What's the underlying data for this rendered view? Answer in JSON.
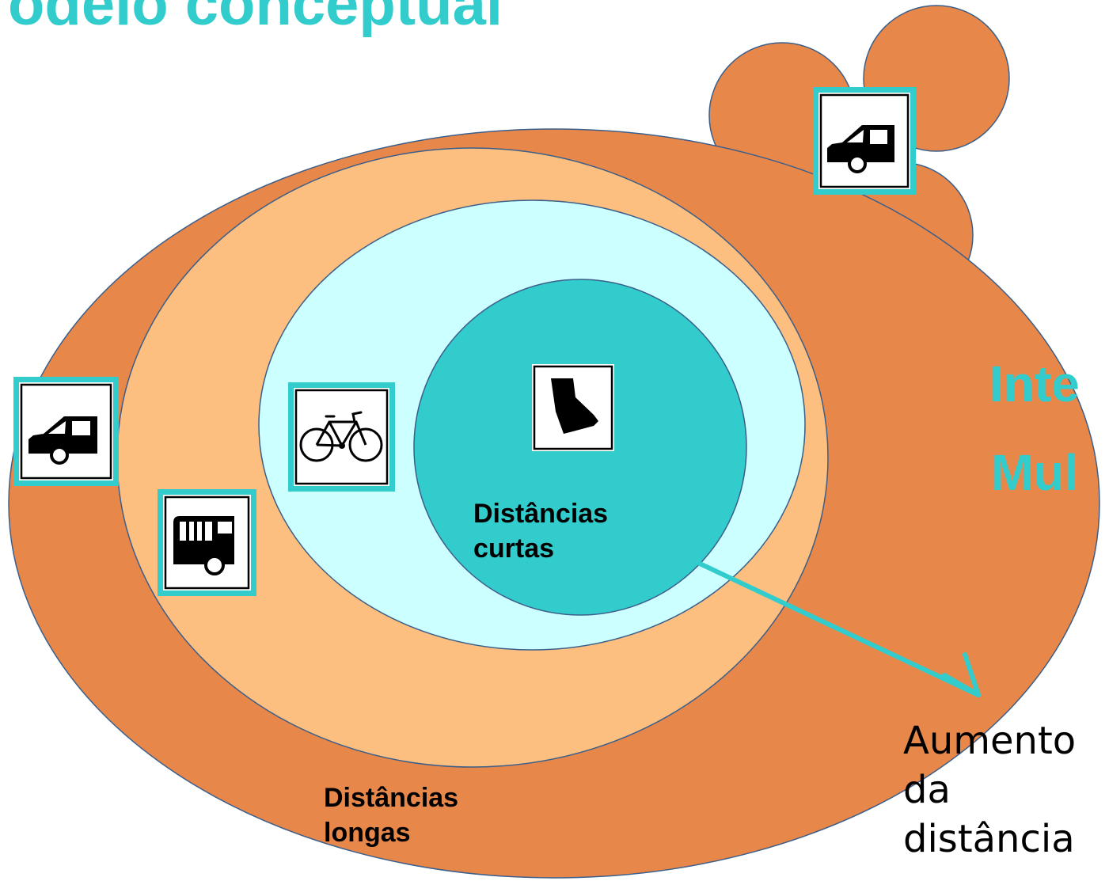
{
  "title": "odelo conceptual",
  "side_labels": [
    "Inte",
    "Mul"
  ],
  "zones": {
    "short": [
      "Distâncias",
      "curtas"
    ],
    "long": [
      "Distâncias",
      "longas"
    ]
  },
  "arrow_note": [
    "Aumento",
    "da",
    "distância"
  ],
  "modes": [
    "car-icon",
    "bus-icon",
    "bicycle-icon",
    "walking-icon"
  ],
  "colors": {
    "outer_ring": "#e8874a",
    "middle_ring": "#fcbf80",
    "inner_ring": "#ccffff",
    "core": "#33cccc",
    "accent": "#33cccc",
    "outline": "#3b5f8a"
  }
}
